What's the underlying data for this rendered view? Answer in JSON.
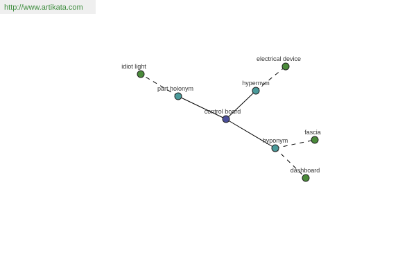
{
  "header": {
    "url": "http://www.artikata.com"
  },
  "colors": {
    "center": "#4a4f9a",
    "relation": "#4a9a9a",
    "leaf": "#4a8a3a",
    "url_text": "#3c8c3c"
  },
  "graph": {
    "nodes": [
      {
        "id": "control-board",
        "label": "control board",
        "kind": "center"
      },
      {
        "id": "part-holonym",
        "label": "part holonym",
        "kind": "relation"
      },
      {
        "id": "hypernym",
        "label": "hypernym",
        "kind": "relation"
      },
      {
        "id": "hyponym",
        "label": "hyponym",
        "kind": "relation"
      },
      {
        "id": "idiot-light",
        "label": "idiot light",
        "kind": "leaf"
      },
      {
        "id": "electrical-device",
        "label": "electrical device",
        "kind": "leaf"
      },
      {
        "id": "fascia",
        "label": "fascia",
        "kind": "leaf"
      },
      {
        "id": "dashboard",
        "label": "dashboard",
        "kind": "leaf"
      }
    ],
    "edges": [
      {
        "from": "control-board",
        "to": "part-holonym",
        "style": "solid"
      },
      {
        "from": "control-board",
        "to": "hypernym",
        "style": "solid"
      },
      {
        "from": "control-board",
        "to": "hyponym",
        "style": "solid"
      },
      {
        "from": "part-holonym",
        "to": "idiot-light",
        "style": "dashed"
      },
      {
        "from": "hypernym",
        "to": "electrical-device",
        "style": "dashed"
      },
      {
        "from": "hyponym",
        "to": "fascia",
        "style": "dashed"
      },
      {
        "from": "hyponym",
        "to": "dashboard",
        "style": "dashed"
      }
    ]
  }
}
